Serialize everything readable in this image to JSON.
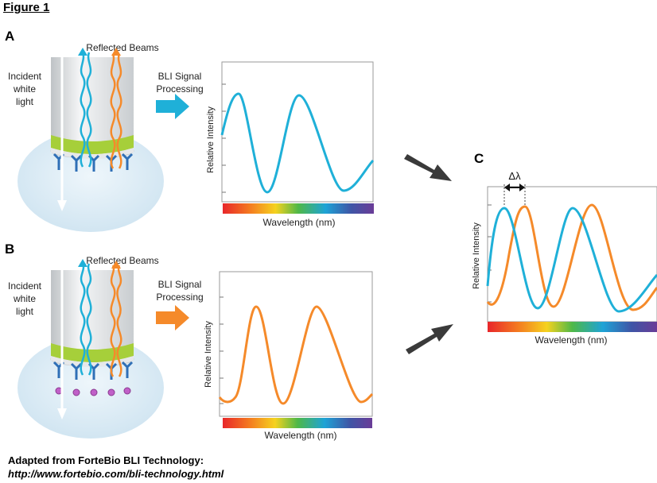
{
  "figure_title": "Figure 1",
  "panels": {
    "a": {
      "letter": "A",
      "reflected": "Reflected Beams",
      "incident": [
        "Incident",
        "white",
        "light"
      ],
      "processing": [
        "BLI Signal",
        "Processing"
      ]
    },
    "b": {
      "letter": "B",
      "reflected": "Reflected Beams",
      "incident": [
        "Incident",
        "white",
        "light"
      ],
      "processing": [
        "BLI Signal",
        "Processing"
      ]
    },
    "c": {
      "letter": "C",
      "delta": "Δλ"
    }
  },
  "axes": {
    "ylabel": "Relative Intensity",
    "xlabel": "Wavelength (nm)"
  },
  "colors": {
    "blue": "#1fb0d8",
    "orange": "#f58a2a",
    "arrow": "#3a3a3a",
    "sensor_green": "#a6cf3a"
  },
  "footer": {
    "line1": "Adapted from ForteBio BLI Technology:",
    "line2": "http://www.fortebio.com/bli-technology.html"
  }
}
